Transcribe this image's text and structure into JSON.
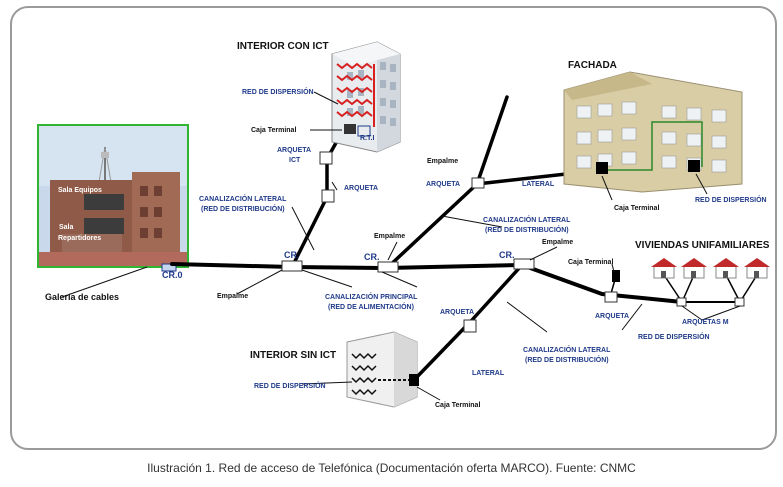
{
  "labels": {
    "interior_con_ict": "INTERIOR CON ICT",
    "red_dispersion_top": "RED DE DISPERSIÓN",
    "caja_terminal_top": "Caja Terminal",
    "rti": "R.T.I",
    "arqueta_ict": "ARQUETA",
    "ict": "ICT",
    "arqueta_left": "ARQUETA",
    "canalizacion_lateral_left": "CANALIZACIÓN LATERAL",
    "red_distribucion_left": "(RED DE DISTRIBUCIÓN)",
    "sala_equipos": "Sala Equipos",
    "sala": "Sala",
    "repartidores": "Repartidores",
    "cr0": "CR.0",
    "galeria_cables": "Galería de cables",
    "cr_left": "CR.",
    "empalme_left": "Empalme",
    "cr_mid": "CR.",
    "empalme_mid": "Empalme",
    "cr_right": "CR.",
    "empalme_right": "Empalme",
    "canalizacion_principal": "CANALIZACIÓN PRINCIPAL",
    "red_alimentacion": "(RED DE ALIMENTACIÓN)",
    "empalme_top": "Empalme",
    "arqueta_top": "ARQUETA",
    "lateral_top": "LATERAL",
    "canalizacion_lateral_mid": "CANALIZACIÓN LATERAL",
    "red_distribucion_mid": "(RED DE DISTRIBUCIÓN)",
    "fachada": "FACHADA",
    "caja_terminal_fachada": "Caja Terminal",
    "red_dispersion_fachada": "RED DE DISPERSIÓN",
    "viviendas": "VIVIENDAS UNIFAMILIARES",
    "caja_terminal_viv": "Caja Terminal",
    "arqueta_viv": "ARQUETA",
    "arquetas_m": "ARQUETAS M",
    "red_dispersion_viv": "RED DE DISPERSIÓN",
    "arqueta_low": "ARQUETA",
    "canalizacion_lateral_low": "CANALIZACIÓN LATERAL",
    "red_distribucion_low": "(RED DE DISTRIBUCIÓN)",
    "interior_sin_ict": "INTERIOR SIN ICT",
    "red_dispersion_low": "RED DE DISPERSIÓN",
    "lateral_low": "LATERAL",
    "caja_terminal_low": "Caja Terminal"
  },
  "caption": "Ilustración 1. Red de acceso de Telefónica (Documentación oferta MARCO). Fuente: CNMC"
}
